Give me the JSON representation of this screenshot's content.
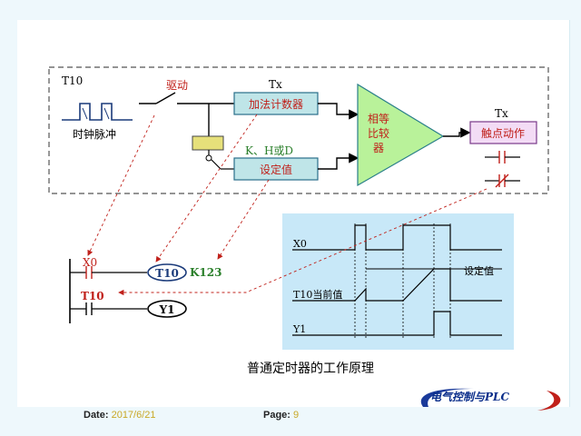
{
  "diagram": {
    "timer_label": "T10",
    "clock_label": "时钟脉冲",
    "drive_label": "驱动",
    "tx_top": "Tx",
    "adder_label": "加法计数器",
    "k_label": "K、H或D",
    "setvalue_label": "设定值",
    "comparator_label": [
      "相等",
      "比较",
      "器"
    ],
    "tx_right": "Tx",
    "contact_action_label": "触点动作"
  },
  "ladder": {
    "x0_label": "X0",
    "t10_coil": "T10",
    "k_value": "K123",
    "t10_contact": "T10",
    "y1_coil": "Y1"
  },
  "timing": {
    "x0": "X0",
    "t10_current": "T10当前值",
    "set_value": "设定值",
    "y1": "Y1"
  },
  "caption": "普通定时器的工作原理",
  "footer": {
    "date_label": "Date:",
    "date_value": "2017/6/21",
    "page_label": "Page:",
    "page_value": "9"
  },
  "logo": {
    "text": "电气控制与PLC"
  },
  "colors": {
    "box_fill": "#bfe5e8",
    "comparator_fill": "#b9f29a",
    "contact_box_fill": "#f3dcf5",
    "timing_panel": "#c8e8f8",
    "label_red": "#c0201a",
    "label_green": "#2a7f2a",
    "label_blue": "#1a3a7a",
    "accent_dash": "#c0201a"
  }
}
